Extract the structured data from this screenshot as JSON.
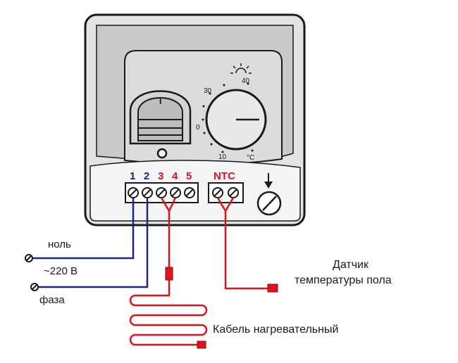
{
  "terminals": {
    "t1": "1",
    "t2": "2",
    "t3": "3",
    "t4": "4",
    "t5": "5",
    "ntc": "NTC"
  },
  "dial": {
    "label_30": "30",
    "label_40": "40",
    "label_0": "0",
    "label_10": "10",
    "unit": "°C",
    "switch_mark": "I"
  },
  "labels": {
    "neutral": "ноль",
    "voltage": "~220 В",
    "phase": "фаза",
    "sensor_line1": "Датчик",
    "sensor_line2": "температуры пола",
    "cable": "Кабель нагревательный"
  },
  "colors": {
    "housing_outer": "#e3e3e3",
    "housing_inner": "#c9c9c9",
    "panel": "#f4f4f4",
    "wire_supply": "#1c2580",
    "wire_heating": "#e0121b",
    "outline": "#1a1a1a"
  },
  "icons": {
    "sun": "sun-icon",
    "arrow": "arrow-down-icon",
    "screw": "screw-icon"
  }
}
